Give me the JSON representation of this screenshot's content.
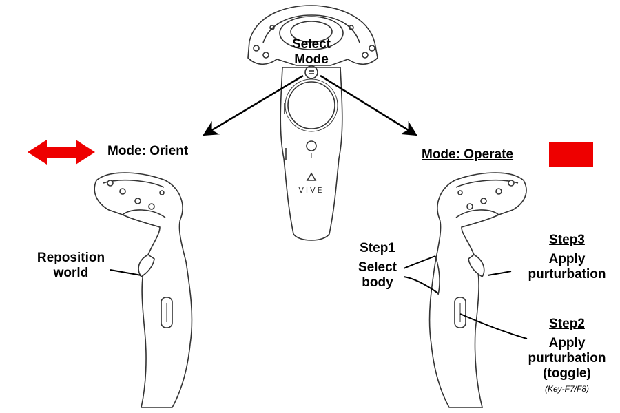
{
  "center": {
    "title_line1": "Select",
    "title_line2": "Mode",
    "brand": "VIVE"
  },
  "left": {
    "mode_label": "Mode: Orient",
    "mode_icon": "double-arrow-icon",
    "mode_color": "#ee0000",
    "callout_line1": "Reposition",
    "callout_line2": "world"
  },
  "right": {
    "mode_label": "Mode: Operate",
    "mode_icon": "red-square-icon",
    "mode_color": "#ee0000",
    "step1": {
      "heading": "Step1",
      "line1": "Select",
      "line2": "body"
    },
    "step2": {
      "heading": "Step2",
      "line1": "Apply",
      "line2": "purturbation",
      "line3": "(toggle)",
      "note": "(Key-F7/F8)"
    },
    "step3": {
      "heading": "Step3",
      "line1": "Apply",
      "line2": "purturbation"
    }
  }
}
